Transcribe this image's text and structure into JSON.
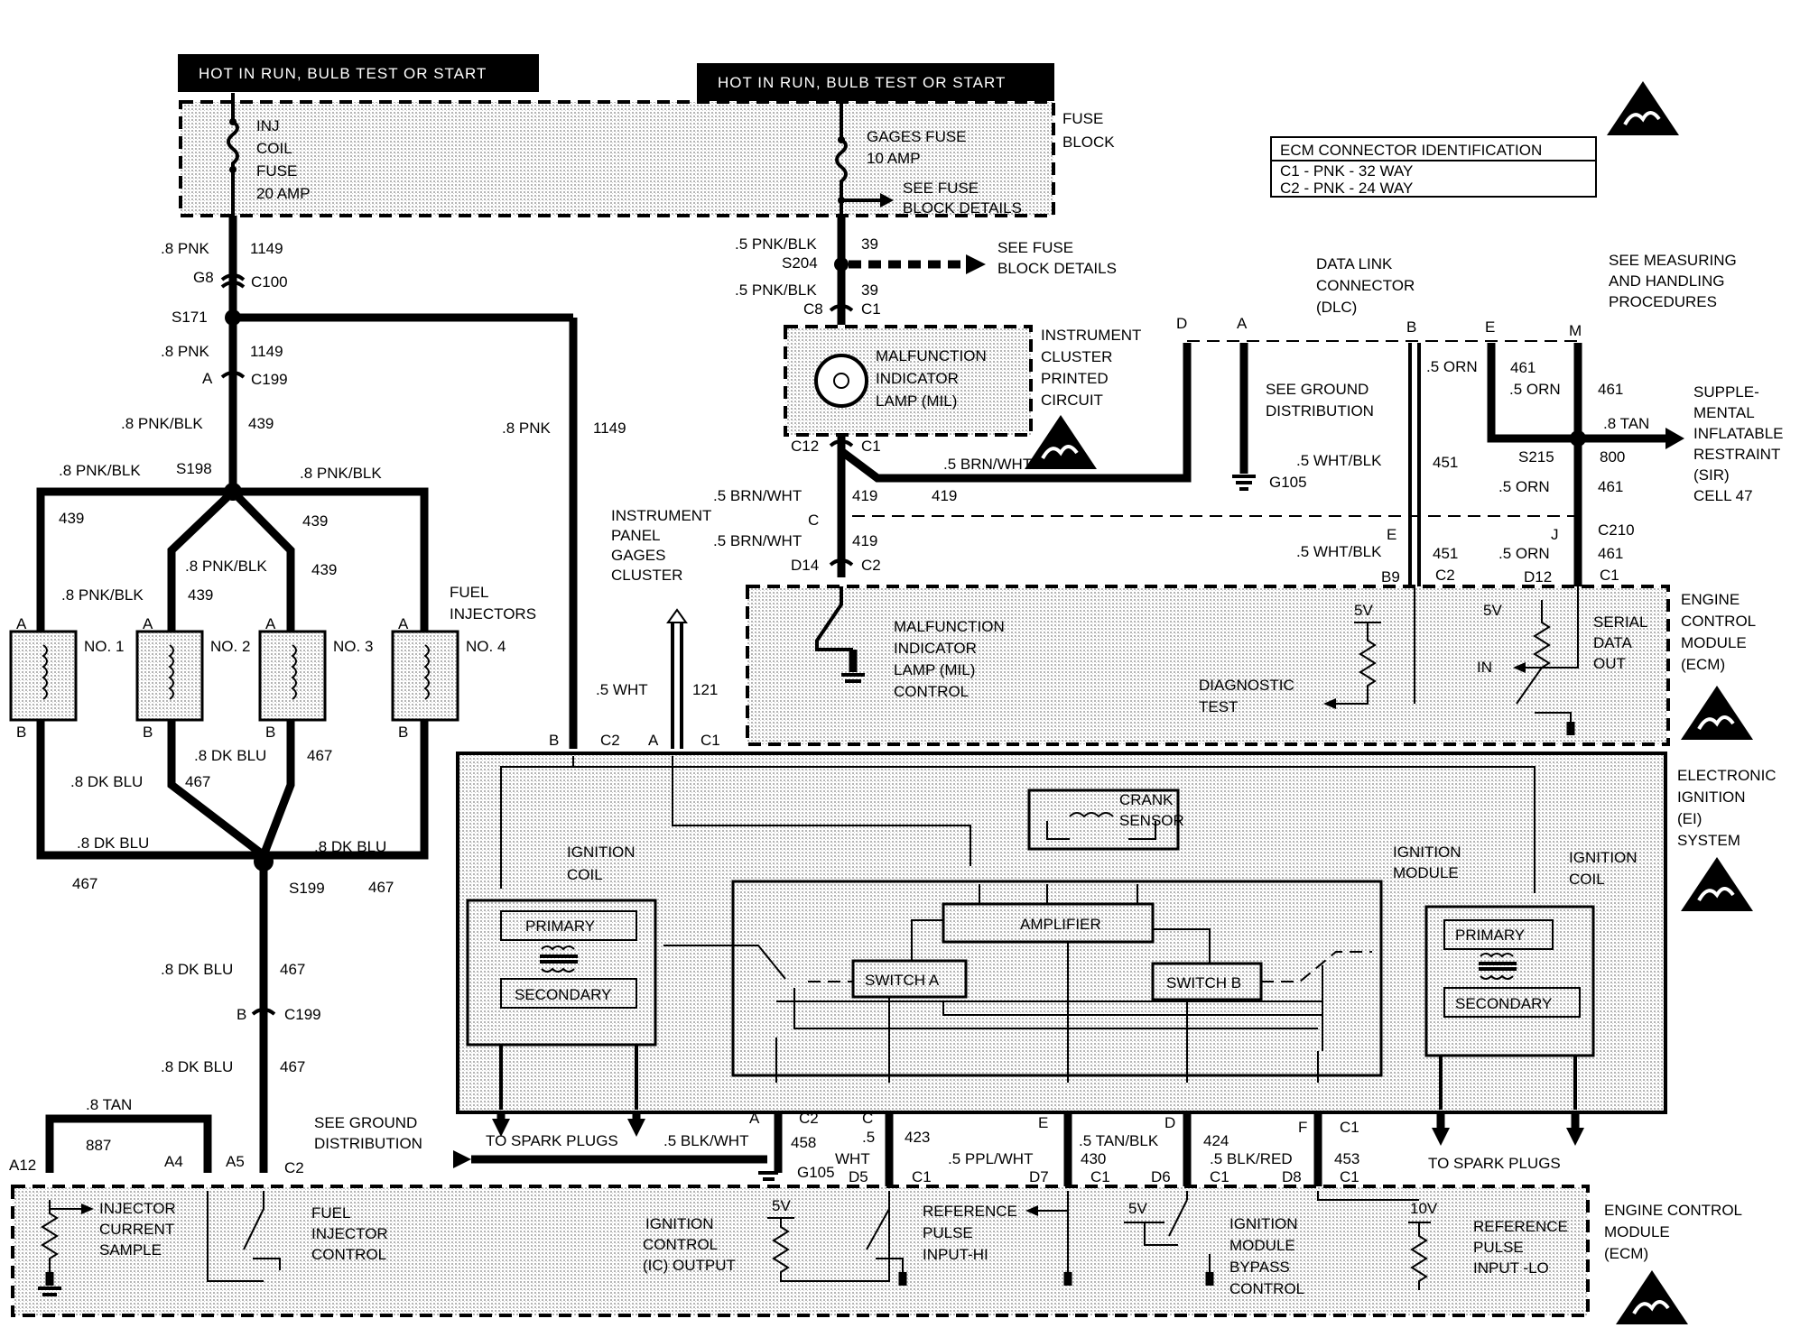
{
  "hot_labels": [
    "HOT IN RUN, BULB TEST OR START",
    "HOT IN RUN, BULB TEST OR START"
  ],
  "fuse_block": {
    "inj_fuse": [
      "INJ",
      "COIL",
      "FUSE",
      "20 AMP"
    ],
    "gages_fuse": [
      "GAGES FUSE",
      "10 AMP"
    ],
    "see_details": [
      "SEE FUSE",
      "BLOCK DETAILS"
    ],
    "label": [
      "FUSE",
      "BLOCK"
    ]
  },
  "ecm_connector_id": [
    "ECM CONNECTOR IDENTIFICATION",
    "C1 - PNK - 32 WAY",
    "C2 - PNK - 24 WAY"
  ],
  "measuring_note": [
    "SEE MEASURING",
    "AND HANDLING",
    "PROCEDURES"
  ],
  "left_wires": {
    "pnk_1149": ".8 PNK",
    "circuit_1149": "1149",
    "g8": "G8",
    "c100": "C100",
    "s171": "S171",
    "a": "A",
    "c199": "C199",
    "pnk_blk": ".8 PNK/BLK",
    "circuit_439": "439",
    "s198": "S198",
    "pnk_long": ".8 PNK",
    "dk_blu": ".8 DK BLU",
    "circuit_467": "467",
    "s199": "S199",
    "b": "B",
    "c199b": "C199"
  },
  "injectors": {
    "label": [
      "FUEL",
      "INJECTORS"
    ],
    "names": [
      "NO. 1",
      "NO. 2",
      "NO. 3",
      "NO. 4"
    ]
  },
  "middle": {
    "pnk_blk_39": ".5 PNK/BLK",
    "c39": "39",
    "s204": "S204",
    "c8": "C8",
    "c1": "C1",
    "c12": "C12",
    "c": "C",
    "brn_wht": ".5 BRN/WHT",
    "c419": "419",
    "d14": "D14",
    "c2": "C2",
    "mil": [
      "MALFUNCTION",
      "INDICATOR",
      "LAMP (MIL)"
    ],
    "cluster": [
      "INSTRUMENT",
      "CLUSTER",
      "PRINTED",
      "CIRCUIT"
    ],
    "ipgc": [
      "INSTRUMENT",
      "PANEL",
      "GAGES",
      "CLUSTER"
    ],
    "wht": ".5 WHT",
    "c121": "121"
  },
  "dlc": {
    "title": [
      "DATA LINK",
      "CONNECTOR",
      "(DLC)"
    ],
    "pins": [
      "D",
      "A",
      "B",
      "E",
      "M"
    ],
    "ground_note": [
      "SEE GROUND",
      "DISTRIBUTION"
    ],
    "g105": "G105",
    "orn": ".5 ORN",
    "c461": "461",
    "wht_blk": ".5 WHT/BLK",
    "c451": "451",
    "tan": ".8 TAN",
    "c800": "800",
    "s215": "S215",
    "sir": [
      "SUPPLE-",
      "MENTAL",
      "INFLATABLE",
      "RESTRAINT",
      "(SIR)",
      "CELL 47"
    ],
    "e": "E",
    "b9": "B9",
    "j": "J",
    "c210": "C210",
    "d12": "D12"
  },
  "ecm_top": {
    "mil_control": [
      "MALFUNCTION",
      "INDICATOR",
      "LAMP (MIL)",
      "CONTROL"
    ],
    "diag": [
      "DIAGNOSTIC",
      "TEST"
    ],
    "v5": "5V",
    "in": "IN",
    "serial": [
      "SERIAL",
      "DATA",
      "OUT"
    ],
    "label": [
      "ENGINE",
      "CONTROL",
      "MODULE",
      "(ECM)"
    ]
  },
  "ei": {
    "label": [
      "ELECTRONIC",
      "IGNITION",
      "(EI)",
      "SYSTEM"
    ],
    "b": "B",
    "c2": "C2",
    "a": "A",
    "c1": "C1",
    "ign_coil": [
      "IGNITION",
      "COIL"
    ],
    "crank": [
      "CRANK",
      "SENSOR"
    ],
    "ign_module": [
      "IGNITION",
      "MODULE"
    ],
    "primary": "PRIMARY",
    "secondary": "SECONDARY",
    "amplifier": "AMPLIFIER",
    "switch_a": "SWITCH A",
    "switch_b": "SWITCH B",
    "spark": "TO SPARK PLUGS"
  },
  "bottom": {
    "tan": ".8 TAN",
    "c887": "887",
    "a12": "A12",
    "a4": "A4",
    "a5": "A5",
    "c2": "C2",
    "ground_note": [
      "SEE GROUND",
      "DISTRIBUTION"
    ],
    "spark": "TO SPARK PLUGS",
    "blk_wht": ".5 BLK/WHT",
    "pins": [
      "A",
      "C",
      "E",
      "D",
      "F"
    ],
    "c458": "458",
    "c423": "423",
    "c430": "430",
    "c424": "424",
    "c453": "453",
    "wht5": ".5",
    "wht": "WHT",
    "d5": "D5",
    "c1": "C1",
    "ppl_wht": ".5 PPL/WHT",
    "d7": "D7",
    "tan_blk": ".5 TAN/BLK",
    "d6": "D6",
    "blk_red": ".5 BLK/RED",
    "d8": "D8",
    "g105": "G105",
    "inj_current": [
      "INJECTOR",
      "CURRENT",
      "SAMPLE"
    ],
    "fuel_inj_control": [
      "FUEL",
      "INJECTOR",
      "CONTROL"
    ],
    "ic_output": [
      "IGNITION",
      "CONTROL",
      "(IC) OUTPUT"
    ],
    "ref_hi": [
      "REFERENCE",
      "PULSE",
      "INPUT-HI"
    ],
    "bypass": [
      "IGNITION",
      "MODULE",
      "BYPASS",
      "CONTROL"
    ],
    "ref_lo": [
      "REFERENCE",
      "PULSE",
      "INPUT -LO"
    ],
    "v5": "5V",
    "v10": "10V",
    "label": [
      "ENGINE CONTROL",
      "MODULE",
      "(ECM)"
    ]
  }
}
